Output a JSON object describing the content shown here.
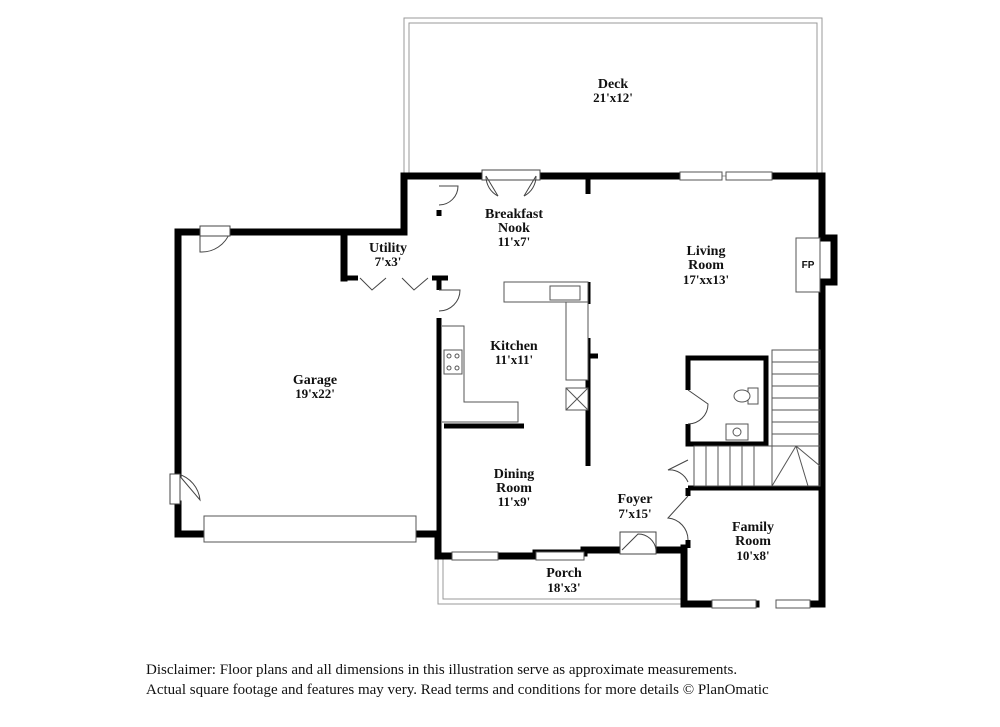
{
  "rooms": {
    "deck": {
      "name": "Deck",
      "dims": "21'x12'"
    },
    "breakfast": {
      "name_line1": "Breakfast",
      "name_line2": "Nook",
      "dims": "11'x7'"
    },
    "utility": {
      "name": "Utility",
      "dims": "7'x3'"
    },
    "living": {
      "name_line1": "Living",
      "name_line2": "Room",
      "dims": "17'xx13'"
    },
    "kitchen": {
      "name": "Kitchen",
      "dims": "11'x11'"
    },
    "garage": {
      "name": "Garage",
      "dims": "19'x22'"
    },
    "dining": {
      "name_line1": "Dining",
      "name_line2": "Room",
      "dims": "11'x9'"
    },
    "foyer": {
      "name": "Foyer",
      "dims": "7'x15'"
    },
    "family": {
      "name_line1": "Family",
      "name_line2": "Room",
      "dims": "10'x8'"
    },
    "porch": {
      "name": "Porch",
      "dims": "18'x3'"
    }
  },
  "fireplace_label": "FP",
  "disclaimer": {
    "line1": "Disclaimer: Floor plans and all dimensions in this illustration serve as approximate measurements.",
    "line2": "Actual square footage and features may very. Read terms and conditions for more details © PlanOmatic"
  }
}
